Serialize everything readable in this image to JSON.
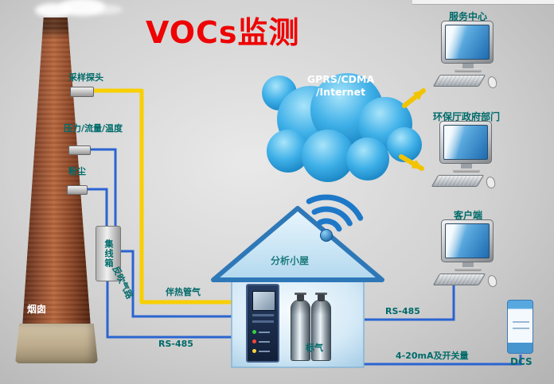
{
  "title": "VOCs监测",
  "colors": {
    "title_red": "#ee0404",
    "label_teal": "#006a6a",
    "line_blue": "#2a64d0",
    "line_yellow": "#f8cf00",
    "cloud_blue": "#29a3e0"
  },
  "chimney": {
    "label": "烟囱"
  },
  "probes": {
    "sampling": "采样探头",
    "pressure_flow_temp": "压力/流量/温度",
    "dust": "粉尘"
  },
  "junction_box": {
    "label": "集线箱"
  },
  "pipes": {
    "backflush": "反吹气路",
    "heated_line": "伴热管气",
    "rs485_left": "RS-485",
    "rs485_right": "RS-485",
    "analog": "4-20mA及开关量"
  },
  "cloud": {
    "line1": "GPRS/CDMA",
    "line2": "/Internet"
  },
  "house": {
    "label": "分析小屋",
    "gas_label": "标气"
  },
  "stations": [
    {
      "label": "服务中心"
    },
    {
      "label": "环保厅政府部门"
    },
    {
      "label": "客户端"
    }
  ],
  "dcs": {
    "label": "DCS"
  }
}
